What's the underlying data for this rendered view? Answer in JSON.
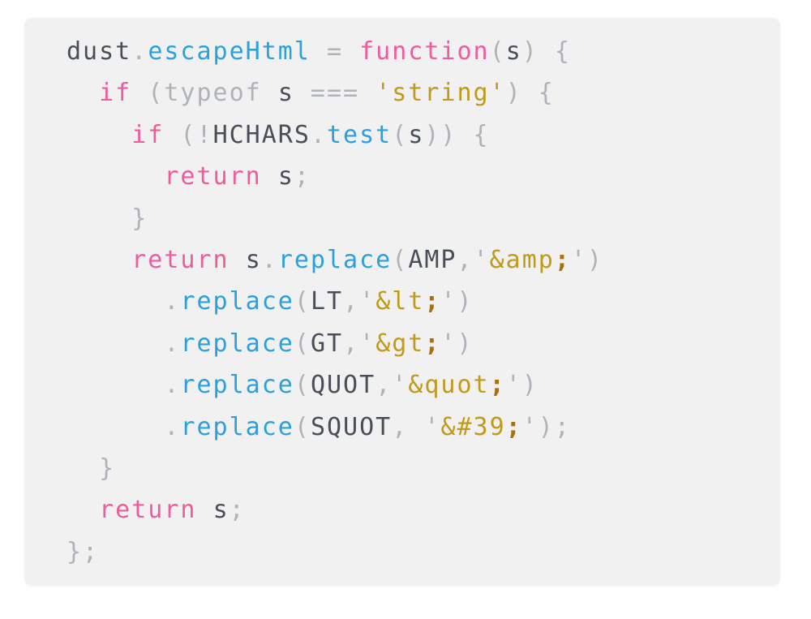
{
  "palette": {
    "page_bg": "#ffffff",
    "card_bg": "#f1f1f2",
    "plain": "#494f58",
    "punct": "#aeb3ba",
    "keyword": "#ee5c9e",
    "function": "#2aa0dc",
    "string": "#c09a18",
    "entity_semicolon": "#aa6f10"
  },
  "code": {
    "language": "javascript",
    "lines": [
      [
        {
          "t": "dust",
          "c": "plain"
        },
        {
          "t": ".",
          "c": "punct"
        },
        {
          "t": "escapeHtml",
          "c": "function"
        },
        {
          "t": " = ",
          "c": "punct"
        },
        {
          "t": "function",
          "c": "keyword"
        },
        {
          "t": "(",
          "c": "punct"
        },
        {
          "t": "s",
          "c": "plain"
        },
        {
          "t": ") {",
          "c": "punct"
        }
      ],
      [
        {
          "t": "  ",
          "c": "punct"
        },
        {
          "t": "if",
          "c": "keyword"
        },
        {
          "t": " (typeof ",
          "c": "punct"
        },
        {
          "t": "s",
          "c": "plain"
        },
        {
          "t": " === ",
          "c": "punct"
        },
        {
          "t": "'string'",
          "c": "string"
        },
        {
          "t": ") {",
          "c": "punct"
        }
      ],
      [
        {
          "t": "    ",
          "c": "punct"
        },
        {
          "t": "if",
          "c": "keyword"
        },
        {
          "t": " (!",
          "c": "punct"
        },
        {
          "t": "HCHARS",
          "c": "plain"
        },
        {
          "t": ".",
          "c": "punct"
        },
        {
          "t": "test",
          "c": "function"
        },
        {
          "t": "(",
          "c": "punct"
        },
        {
          "t": "s",
          "c": "plain"
        },
        {
          "t": ")) {",
          "c": "punct"
        }
      ],
      [
        {
          "t": "      ",
          "c": "punct"
        },
        {
          "t": "return",
          "c": "keyword"
        },
        {
          "t": " ",
          "c": "punct"
        },
        {
          "t": "s",
          "c": "plain"
        },
        {
          "t": ";",
          "c": "punct"
        }
      ],
      [
        {
          "t": "    }",
          "c": "punct"
        }
      ],
      [
        {
          "t": "    ",
          "c": "punct"
        },
        {
          "t": "return",
          "c": "keyword"
        },
        {
          "t": " ",
          "c": "punct"
        },
        {
          "t": "s",
          "c": "plain"
        },
        {
          "t": ".",
          "c": "punct"
        },
        {
          "t": "replace",
          "c": "function"
        },
        {
          "t": "(",
          "c": "punct"
        },
        {
          "t": "AMP",
          "c": "plain"
        },
        {
          "t": ",",
          "c": "punct"
        },
        {
          "t": "'",
          "c": "punct"
        },
        {
          "t": "&amp",
          "c": "string"
        },
        {
          "t": ";",
          "c": "entsemi"
        },
        {
          "t": "')",
          "c": "punct"
        }
      ],
      [
        {
          "t": "      .",
          "c": "punct"
        },
        {
          "t": "replace",
          "c": "function"
        },
        {
          "t": "(",
          "c": "punct"
        },
        {
          "t": "LT",
          "c": "plain"
        },
        {
          "t": ",",
          "c": "punct"
        },
        {
          "t": "'",
          "c": "punct"
        },
        {
          "t": "&lt",
          "c": "string"
        },
        {
          "t": ";",
          "c": "entsemi"
        },
        {
          "t": "')",
          "c": "punct"
        }
      ],
      [
        {
          "t": "      .",
          "c": "punct"
        },
        {
          "t": "replace",
          "c": "function"
        },
        {
          "t": "(",
          "c": "punct"
        },
        {
          "t": "GT",
          "c": "plain"
        },
        {
          "t": ",",
          "c": "punct"
        },
        {
          "t": "'",
          "c": "punct"
        },
        {
          "t": "&gt",
          "c": "string"
        },
        {
          "t": ";",
          "c": "entsemi"
        },
        {
          "t": "')",
          "c": "punct"
        }
      ],
      [
        {
          "t": "      .",
          "c": "punct"
        },
        {
          "t": "replace",
          "c": "function"
        },
        {
          "t": "(",
          "c": "punct"
        },
        {
          "t": "QUOT",
          "c": "plain"
        },
        {
          "t": ",",
          "c": "punct"
        },
        {
          "t": "'",
          "c": "punct"
        },
        {
          "t": "&quot",
          "c": "string"
        },
        {
          "t": ";",
          "c": "entsemi"
        },
        {
          "t": "')",
          "c": "punct"
        }
      ],
      [
        {
          "t": "      .",
          "c": "punct"
        },
        {
          "t": "replace",
          "c": "function"
        },
        {
          "t": "(",
          "c": "punct"
        },
        {
          "t": "SQUOT",
          "c": "plain"
        },
        {
          "t": ", ",
          "c": "punct"
        },
        {
          "t": "'",
          "c": "punct"
        },
        {
          "t": "&#39",
          "c": "string"
        },
        {
          "t": ";",
          "c": "entsemi"
        },
        {
          "t": "');",
          "c": "punct"
        }
      ],
      [
        {
          "t": "  }",
          "c": "punct"
        }
      ],
      [
        {
          "t": "  ",
          "c": "punct"
        },
        {
          "t": "return",
          "c": "keyword"
        },
        {
          "t": " ",
          "c": "punct"
        },
        {
          "t": "s",
          "c": "plain"
        },
        {
          "t": ";",
          "c": "punct"
        }
      ],
      [
        {
          "t": "};",
          "c": "punct"
        }
      ]
    ]
  }
}
